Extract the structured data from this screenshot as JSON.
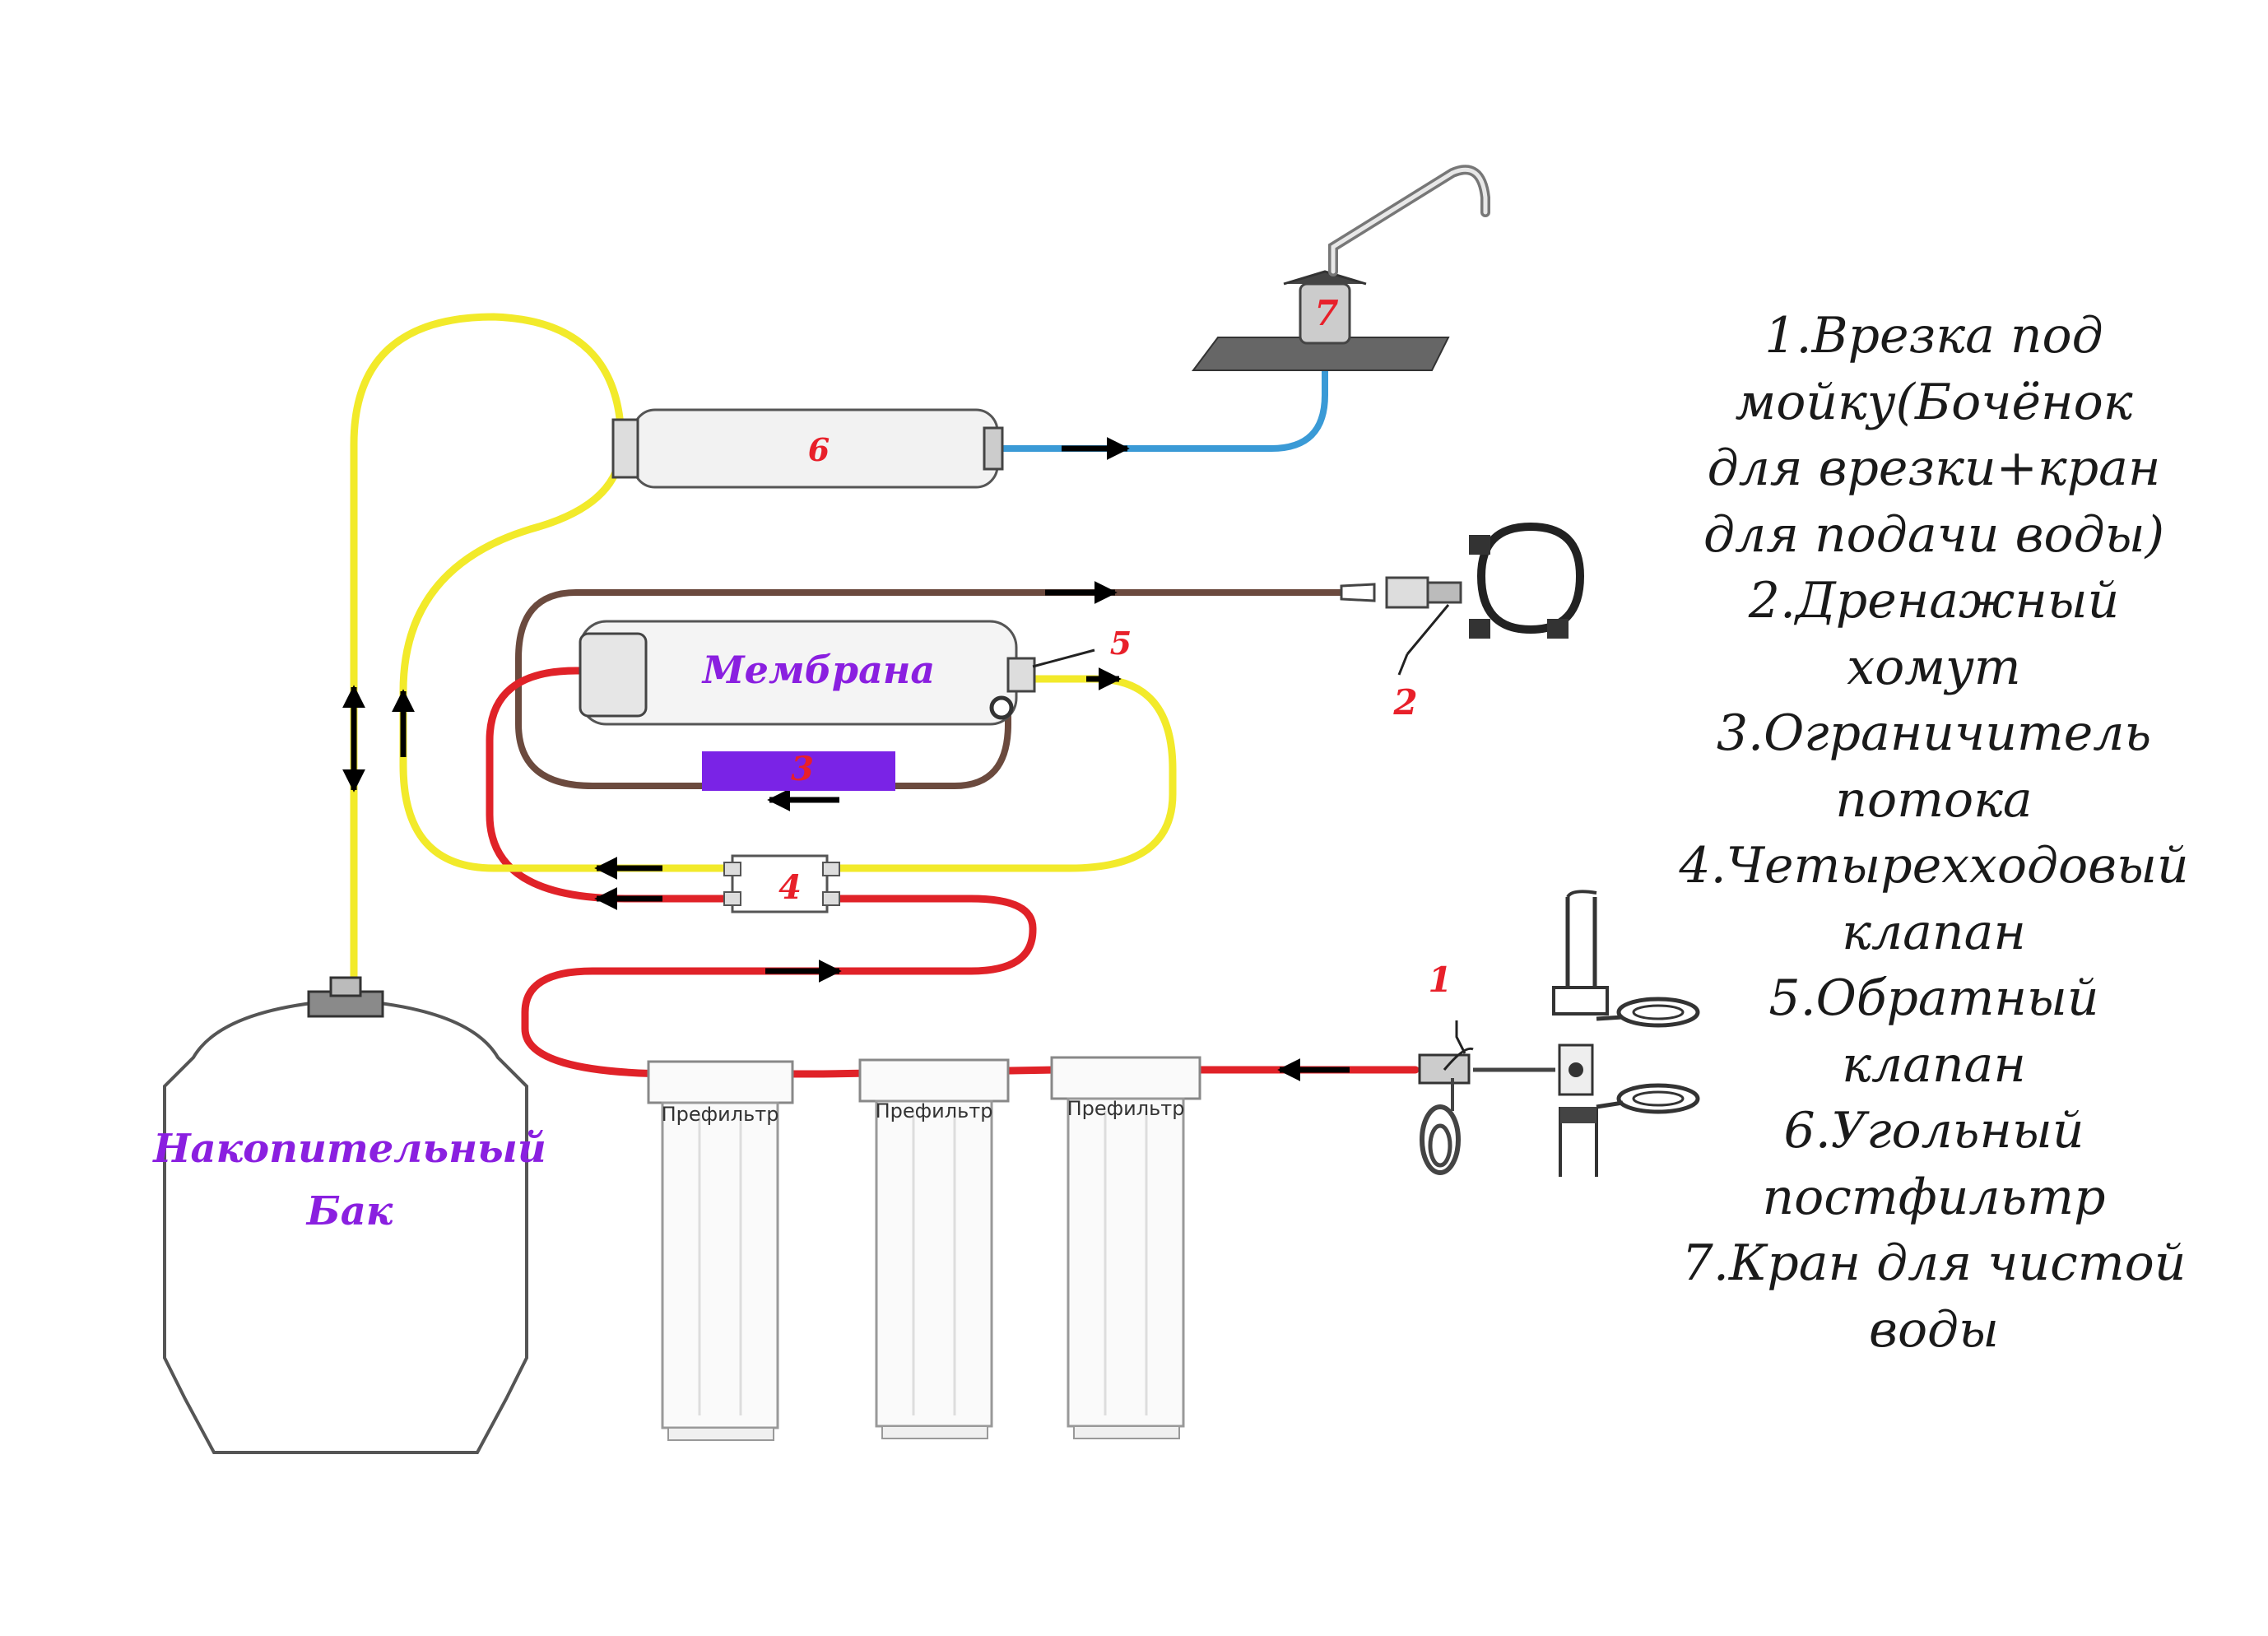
{
  "colors": {
    "supply": "#e02228",
    "product": "#f2ea2a",
    "clean": "#3a9ad6",
    "drain": "#6b4a3e",
    "labels": "#e8202a",
    "titles": "#8a1fe0"
  },
  "labels": {
    "tank_line1": "Накопительный",
    "tank_line2": "Бак",
    "membrane": "Мембрана",
    "prefilter1": "Префильтр",
    "prefilter2": "Префильтр",
    "prefilter3": "Префильтр"
  },
  "markers": {
    "m1": "1",
    "m2": "2",
    "m3": "3",
    "m4": "4",
    "m5": "5",
    "m6": "6",
    "m7": "7"
  },
  "legend": [
    "1.Врезка под",
    "мойку(Бочёнок",
    "для врезки+кран",
    "для подачи воды)",
    "2.Дренажный",
    "хомут",
    "3.Ограничитель",
    "потока",
    "4.Четырехходовый",
    "клапан",
    "5.Обратный",
    "клапан",
    "6.Угольный",
    "постфильтр",
    "7.Кран для чистой",
    "воды"
  ]
}
